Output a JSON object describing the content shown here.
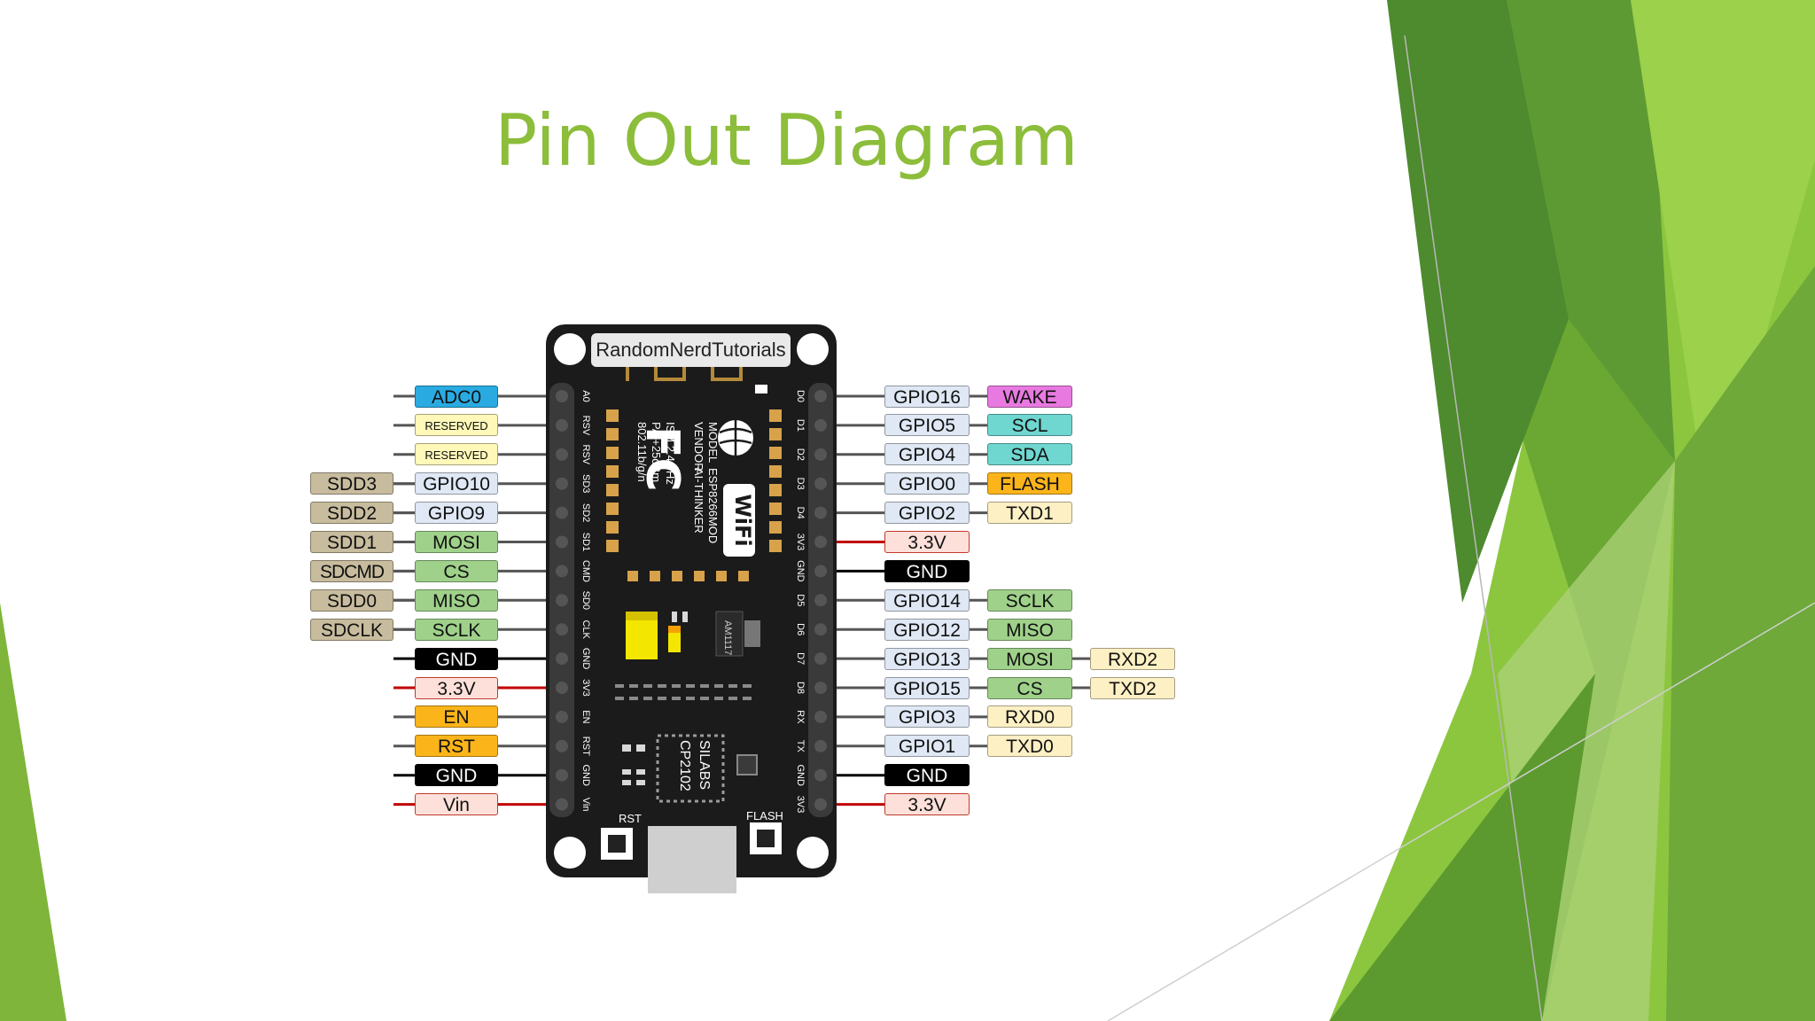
{
  "slide": {
    "title": "Pin Out Diagram"
  },
  "board": {
    "brand": "RandomNerdTutorials",
    "module_text": [
      "MODEL",
      "VENDOR",
      "ISM 2.4GHz",
      "PA +25dBm",
      "802.11b/g/n"
    ],
    "module_value_text": [
      "ESP8266MOD",
      "AI-THINKER"
    ],
    "fc_logo": "FC",
    "wifi_logo": "WiFi",
    "regulator": "AM1117",
    "chip": [
      "SILABS",
      "CP2102"
    ],
    "rst_button": "RST",
    "flash_button": "FLASH",
    "left_header": [
      "A0",
      "RSV",
      "RSV",
      "SD3",
      "SD2",
      "SD1",
      "CMD",
      "SD0",
      "CLK",
      "GND",
      "3V3",
      "EN",
      "RST",
      "GND",
      "Vin"
    ],
    "right_header": [
      "D0",
      "D1",
      "D2",
      "D3",
      "D4",
      "3V3",
      "GND",
      "D5",
      "D6",
      "D7",
      "D8",
      "RX",
      "TX",
      "GND",
      "3V3"
    ]
  },
  "left_pins": [
    {
      "labels": [
        {
          "text": "ADC0",
          "color": "#29abe2"
        }
      ],
      "wire": "#555555"
    },
    {
      "labels": [
        {
          "text": "RESERVED",
          "color": "#fff8b8",
          "small": true
        }
      ],
      "wire": "#555555"
    },
    {
      "labels": [
        {
          "text": "RESERVED",
          "color": "#fff8b8",
          "small": true
        }
      ],
      "wire": "#555555"
    },
    {
      "labels": [
        {
          "text": "SDD3",
          "color": "#c8bc9e"
        },
        {
          "text": "GPIO10",
          "color": "#dfe8f4"
        }
      ],
      "wire": "#555555"
    },
    {
      "labels": [
        {
          "text": "SDD2",
          "color": "#c8bc9e"
        },
        {
          "text": "GPIO9",
          "color": "#dfe8f4"
        }
      ],
      "wire": "#555555"
    },
    {
      "labels": [
        {
          "text": "SDD1",
          "color": "#c8bc9e"
        },
        {
          "text": "MOSI",
          "color": "#9fd18a"
        }
      ],
      "wire": "#555555"
    },
    {
      "labels": [
        {
          "text": "SDCMD",
          "color": "#c8bc9e",
          "narrow": true
        },
        {
          "text": "CS",
          "color": "#9fd18a"
        }
      ],
      "wire": "#555555"
    },
    {
      "labels": [
        {
          "text": "SDD0",
          "color": "#c8bc9e"
        },
        {
          "text": "MISO",
          "color": "#9fd18a"
        }
      ],
      "wire": "#555555"
    },
    {
      "labels": [
        {
          "text": "SDCLK",
          "color": "#c8bc9e"
        },
        {
          "text": "SCLK",
          "color": "#9fd18a"
        }
      ],
      "wire": "#555555"
    },
    {
      "labels": [
        {
          "text": "GND",
          "color": "#000000",
          "fg": "#ffffff"
        }
      ],
      "wire": "#000000"
    },
    {
      "labels": [
        {
          "text": "3.3V",
          "color": "#fde0da",
          "border": "#c0392b"
        }
      ],
      "wire": "#c00000"
    },
    {
      "labels": [
        {
          "text": "EN",
          "color": "#fbb41a"
        }
      ],
      "wire": "#555555"
    },
    {
      "labels": [
        {
          "text": "RST",
          "color": "#fbb41a"
        }
      ],
      "wire": "#555555"
    },
    {
      "labels": [
        {
          "text": "GND",
          "color": "#000000",
          "fg": "#ffffff"
        }
      ],
      "wire": "#000000"
    },
    {
      "labels": [
        {
          "text": "Vin",
          "color": "#fde0da",
          "border": "#c0392b"
        }
      ],
      "wire": "#c00000"
    }
  ],
  "right_pins": [
    {
      "labels": [
        {
          "text": "GPIO16",
          "color": "#dfe8f4"
        },
        {
          "text": "WAKE",
          "color": "#e879e0"
        }
      ],
      "wire": "#555555"
    },
    {
      "labels": [
        {
          "text": "GPIO5",
          "color": "#dfe8f4"
        },
        {
          "text": "SCL",
          "color": "#6fd6d0"
        }
      ],
      "wire": "#555555"
    },
    {
      "labels": [
        {
          "text": "GPIO4",
          "color": "#dfe8f4"
        },
        {
          "text": "SDA",
          "color": "#6fd6d0"
        }
      ],
      "wire": "#555555"
    },
    {
      "labels": [
        {
          "text": "GPIO0",
          "color": "#dfe8f4"
        },
        {
          "text": "FLASH",
          "color": "#fbb41a"
        }
      ],
      "wire": "#555555"
    },
    {
      "labels": [
        {
          "text": "GPIO2",
          "color": "#dfe8f4"
        },
        {
          "text": "TXD1",
          "color": "#fdf0c4"
        }
      ],
      "wire": "#555555"
    },
    {
      "labels": [
        {
          "text": "3.3V",
          "color": "#fde0da",
          "border": "#c0392b"
        }
      ],
      "wire": "#c00000"
    },
    {
      "labels": [
        {
          "text": "GND",
          "color": "#000000",
          "fg": "#ffffff"
        }
      ],
      "wire": "#000000"
    },
    {
      "labels": [
        {
          "text": "GPIO14",
          "color": "#dfe8f4"
        },
        {
          "text": "SCLK",
          "color": "#9fd18a"
        }
      ],
      "wire": "#555555"
    },
    {
      "labels": [
        {
          "text": "GPIO12",
          "color": "#dfe8f4"
        },
        {
          "text": "MISO",
          "color": "#9fd18a"
        }
      ],
      "wire": "#555555"
    },
    {
      "labels": [
        {
          "text": "GPIO13",
          "color": "#dfe8f4"
        },
        {
          "text": "MOSI",
          "color": "#9fd18a"
        },
        {
          "text": "RXD2",
          "color": "#fdf0c4"
        }
      ],
      "wire": "#555555"
    },
    {
      "labels": [
        {
          "text": "GPIO15",
          "color": "#dfe8f4"
        },
        {
          "text": "CS",
          "color": "#9fd18a"
        },
        {
          "text": "TXD2",
          "color": "#fdf0c4"
        }
      ],
      "wire": "#555555"
    },
    {
      "labels": [
        {
          "text": "GPIO3",
          "color": "#dfe8f4"
        },
        {
          "text": "RXD0",
          "color": "#fdf0c4"
        }
      ],
      "wire": "#555555"
    },
    {
      "labels": [
        {
          "text": "GPIO1",
          "color": "#dfe8f4"
        },
        {
          "text": "TXD0",
          "color": "#fdf0c4"
        }
      ],
      "wire": "#555555"
    },
    {
      "labels": [
        {
          "text": "GND",
          "color": "#000000",
          "fg": "#ffffff"
        }
      ],
      "wire": "#000000"
    },
    {
      "labels": [
        {
          "text": "3.3V",
          "color": "#fde0da",
          "border": "#c0392b"
        }
      ],
      "wire": "#c00000"
    }
  ],
  "theme": {
    "title_color": "#8cbd3b",
    "board_color": "#1b1b1b"
  }
}
